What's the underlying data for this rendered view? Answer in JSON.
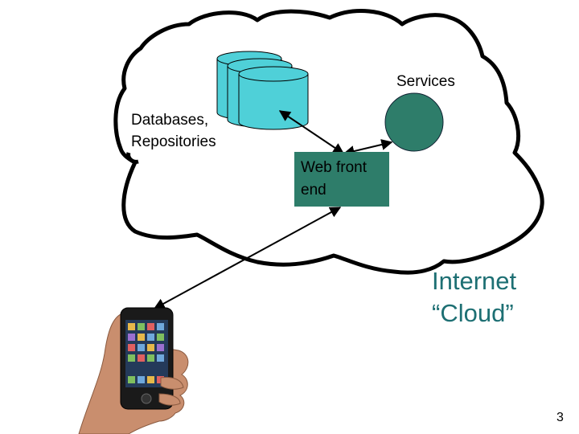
{
  "diagram": {
    "services_label": "Services",
    "databases_label_line1": "Databases,",
    "databases_label_line2": "Repositories",
    "web_front_end_line1": "Web front",
    "web_front_end_line2": "end",
    "cloud_label_line1": "Internet",
    "cloud_label_line2": "“Cloud”",
    "page_number": "3"
  },
  "colors": {
    "database_fill": "#4fd0d8",
    "service_fill": "#2e7d6a",
    "web_box_fill": "#2e7d6a",
    "cloud_text": "#1d6f73",
    "outline": "#000000"
  },
  "icons": [
    "cloud-outline",
    "database-cylinder-icon",
    "service-circle-icon",
    "smartphone-in-hand-icon",
    "double-headed-arrow"
  ]
}
